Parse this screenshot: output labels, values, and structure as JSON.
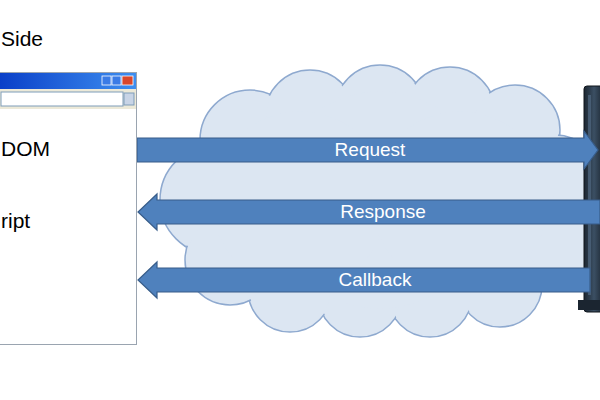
{
  "diagram": {
    "nodes": [
      {
        "text": [
          "Side",
          "DOM",
          "ript"
        ]
      }
    ],
    "labels": [
      "Request",
      "Response",
      "Callback"
    ]
  }
}
